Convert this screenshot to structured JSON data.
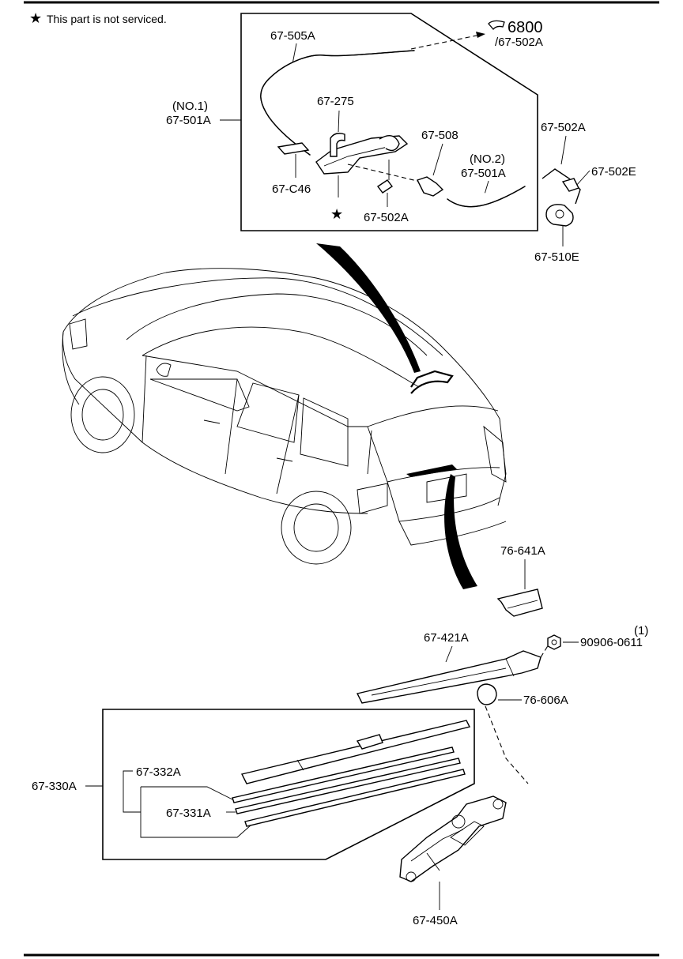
{
  "note": {
    "symbol": "★",
    "text": "This part is not serviced."
  },
  "labels": {
    "p_505A": "67-505A",
    "p_6800": "6800",
    "p_502A_ref": "/67-502A",
    "p_501A_no1_qual": "(NO.1)",
    "p_501A_no1": "67-501A",
    "p_275": "67-275",
    "p_508": "67-508",
    "p_501A_no2_qual": "(NO.2)",
    "p_501A_no2": "67-501A",
    "p_C46": "67-C46",
    "p_502A_lower": "67-502A",
    "p_502A_right": "67-502A",
    "p_502E": "67-502E",
    "p_510E": "67-510E",
    "p_641A": "76-641A",
    "p_421A": "67-421A",
    "p_nut": "90906-0611",
    "p_nut_qty": "(1)",
    "p_606A": "76-606A",
    "p_330A": "67-330A",
    "p_332A": "67-332A",
    "p_331A": "67-331A",
    "p_450A": "67-450A"
  },
  "icons": {
    "not_serviced": "star-icon",
    "reference": "pointing-hand-icon"
  },
  "colors": {
    "ink": "#000000",
    "paper": "#ffffff"
  }
}
